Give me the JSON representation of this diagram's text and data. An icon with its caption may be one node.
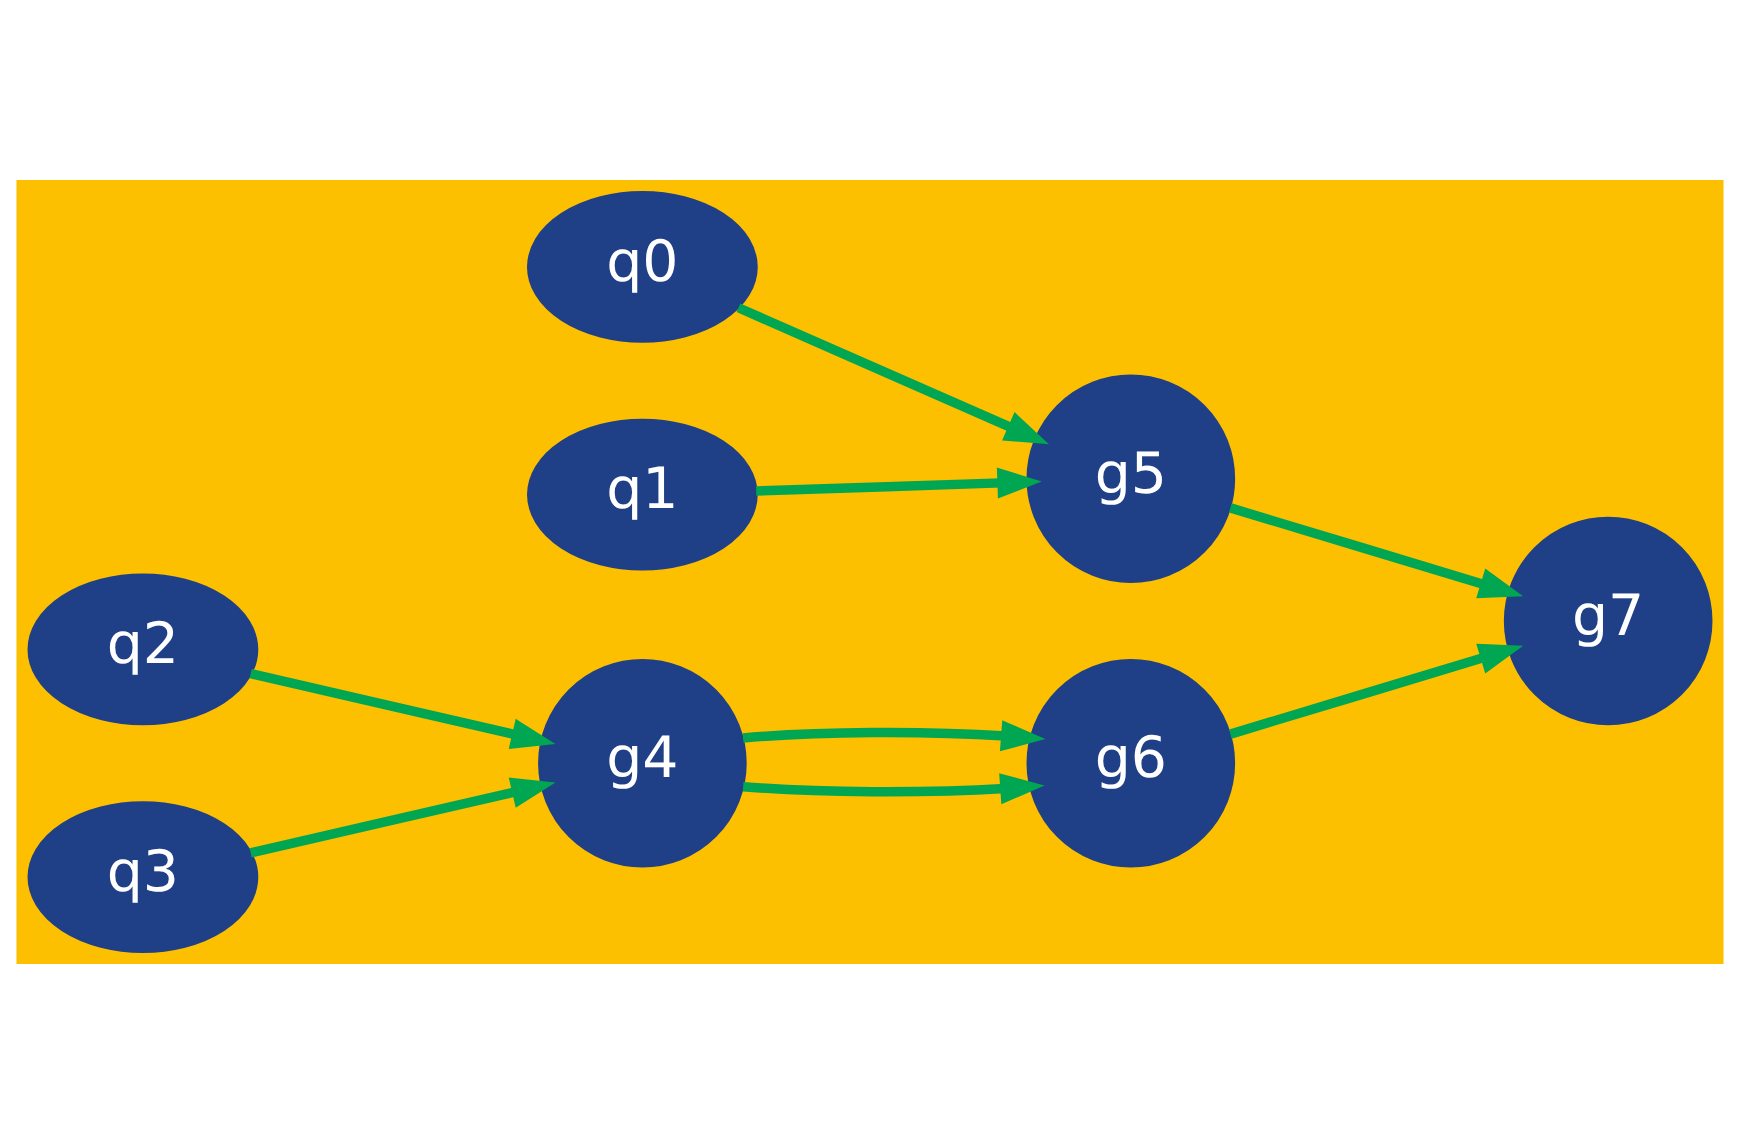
{
  "diagram": {
    "nodes": [
      {
        "text": [
          "q0"
        ]
      },
      {
        "text": [
          "q1"
        ]
      },
      {
        "text": [
          "q2"
        ]
      },
      {
        "text": [
          "q3"
        ]
      },
      {
        "text": [
          "g4"
        ]
      },
      {
        "text": [
          "g5"
        ]
      },
      {
        "text": [
          "g6"
        ]
      },
      {
        "text": [
          "g7"
        ]
      }
    ],
    "edges": [
      {
        "from": 0,
        "to": 5,
        "arrow": "to"
      },
      {
        "from": 1,
        "to": 5,
        "arrow": "to"
      },
      {
        "from": 2,
        "to": 4,
        "arrow": "to"
      },
      {
        "from": 3,
        "to": 4,
        "arrow": "to"
      },
      {
        "from": 4,
        "to": 6,
        "arrow": "to"
      },
      {
        "from": 4,
        "to": 6,
        "arrow": "to"
      },
      {
        "from": 5,
        "to": 7,
        "arrow": "to"
      },
      {
        "from": 6,
        "to": 7,
        "arrow": "to"
      }
    ]
  }
}
